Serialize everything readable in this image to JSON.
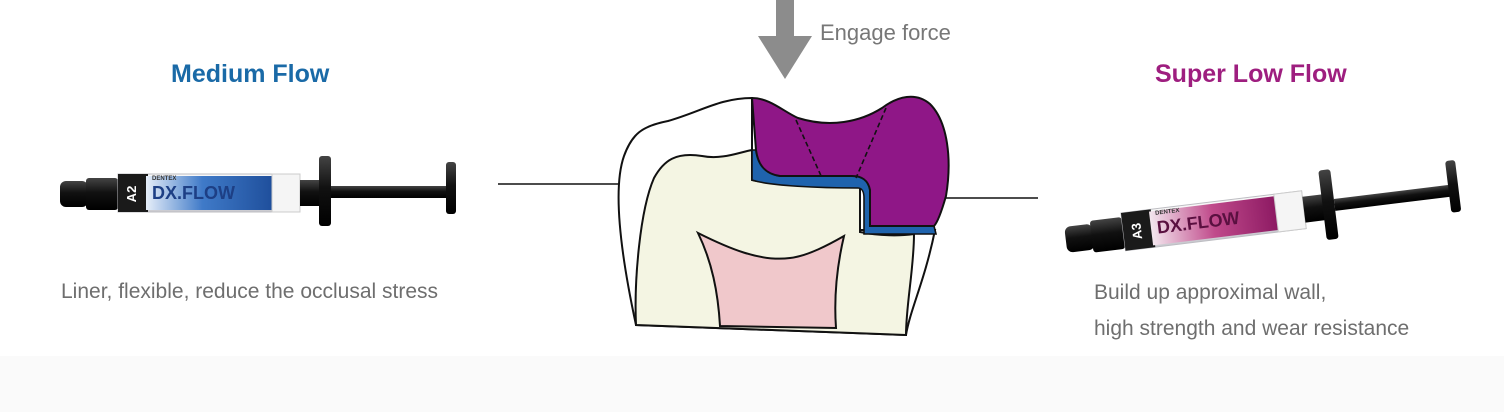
{
  "left_product": {
    "title": "Medium Flow",
    "description": "Liner, flexible, reduce the occlusal stress",
    "syringe": {
      "brand": "DX.FLOW",
      "shade": "A2",
      "maker": "DENTEX",
      "accent_color": "#2f63b8"
    },
    "title_color": "#1a6aa7"
  },
  "right_product": {
    "title": "Super Low Flow",
    "description_lines": [
      "Build up approximal wall,",
      "high strength and wear resistance"
    ],
    "syringe": {
      "brand": "DX.FLOW",
      "shade": "A3",
      "maker": "DENTEX",
      "accent_color": "#a21f72"
    },
    "title_color": "#9e1e7f"
  },
  "diagram": {
    "force_label": "Engage force",
    "force_arrow": "down-arrow-icon",
    "colors": {
      "enamel": "#ffffff",
      "dentin": "#f4f5e3",
      "pulp": "#f0c8cb",
      "restoration": "#8f1787",
      "liner": "#1f63ad",
      "outline": "#111111"
    }
  }
}
